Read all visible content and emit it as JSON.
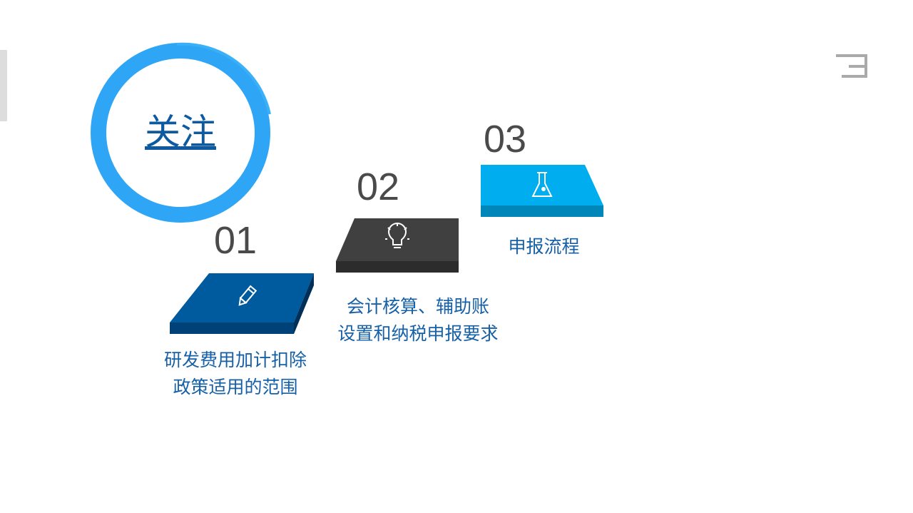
{
  "title": "关注",
  "steps": [
    {
      "number": "01",
      "icon": "pencil-icon",
      "label_lines": [
        "研发费用加计扣除",
        "政策适用的范围"
      ]
    },
    {
      "number": "02",
      "icon": "lightbulb-icon",
      "label_lines": [
        "会计核算、辅助账",
        "设置和纳税申报要求"
      ]
    },
    {
      "number": "03",
      "icon": "flask-icon",
      "label_lines": [
        "申报流程"
      ]
    }
  ],
  "colors": {
    "block1": "#005a9e",
    "block2": "#404040",
    "block3": "#00adef",
    "ring": "#2fa6f5",
    "text": "#1660a8"
  }
}
